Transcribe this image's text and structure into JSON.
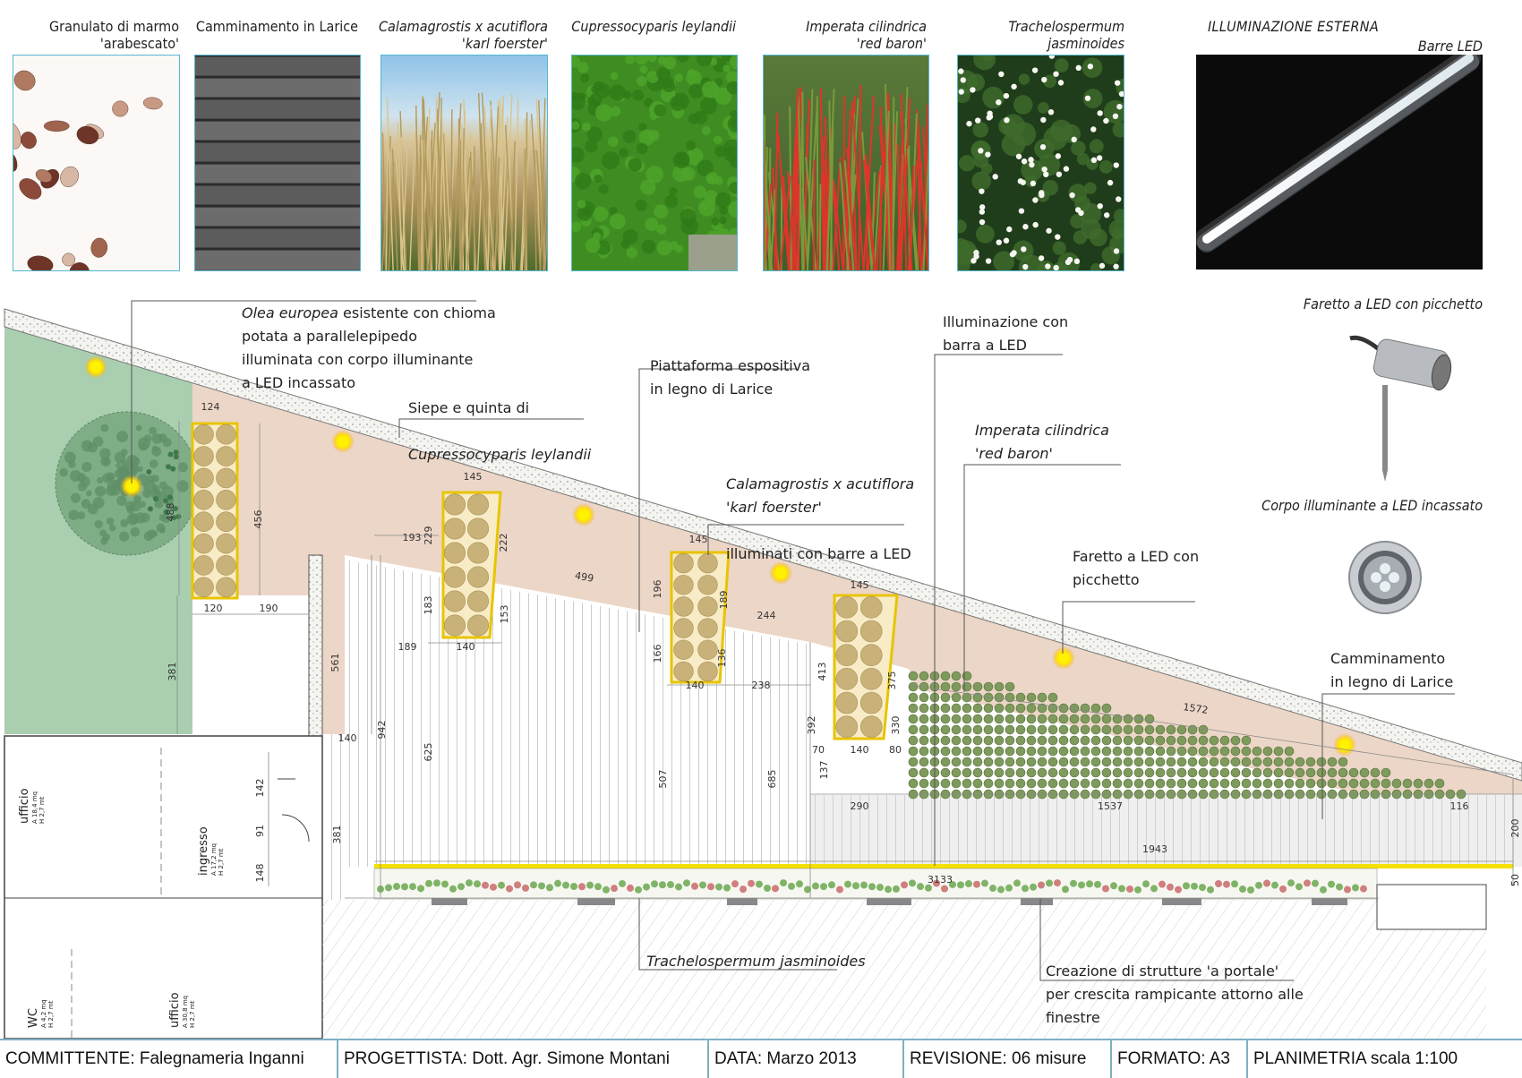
{
  "photos": [
    {
      "caption": "Granulato di marmo\n'arabescato'",
      "italic": false
    },
    {
      "caption": "Camminamento in Larice",
      "italic": false
    },
    {
      "caption": "Calamagrostis x acutiflora\n'karl foerster'",
      "italic": true
    },
    {
      "caption": "Cupressocyparis leylandii",
      "italic": true
    },
    {
      "caption": "Imperata cilindrica\n'red baron'",
      "italic": true
    },
    {
      "caption": "Trachelospermum\njasminoides",
      "italic": true
    }
  ],
  "lighting": {
    "title": "ILLUMINAZIONE ESTERNA",
    "led_bar_label": "Barre LED",
    "spot_label": "Faretto a LED con picchetto",
    "recessed_label": "Corpo illuminante a LED incassato"
  },
  "callouts": {
    "olea_1": "Olea europea",
    "olea_2": " esistente con chioma",
    "olea_rest": "potata a parallelepipedo\nilluminata con corpo illuminante\na LED incassato",
    "siepe_1": "Siepe e quinta di",
    "siepe_2": "Cupressocyparis leylandii",
    "piattaforma": "Piattaforma espositiva\nin legno di Larice",
    "calamagrostis_1": "Calamagrostis x acutiflora\n'karl foerster'",
    "calamagrostis_2": "illuminati con barre a LED",
    "illuminazione": "Illuminazione con\nbarra a LED",
    "imperata": "Imperata cilindrica\n'red baron'",
    "faretto": "Faretto a LED con\npicchetto",
    "camminamento": "Camminamento\nin legno di Larice",
    "trachelospermum": "Trachelospermum jasminoides",
    "portale": "Creazione di strutture 'a portale'\nper crescita rampicante attorno alle\nfinestre"
  },
  "dimensions": [
    "124",
    "488",
    "456",
    "120",
    "190",
    "381",
    "145",
    "229",
    "193",
    "222",
    "183",
    "153",
    "189",
    "140",
    "499",
    "145",
    "196",
    "189",
    "166",
    "136",
    "140",
    "244",
    "238",
    "145",
    "413",
    "375",
    "392",
    "330",
    "70",
    "140",
    "80",
    "137",
    "561",
    "942",
    "625",
    "507",
    "685",
    "381",
    "140",
    "290",
    "1537",
    "116",
    "1572",
    "1943",
    "3133",
    "200",
    "50",
    "142",
    "91",
    "148"
  ],
  "rooms": [
    {
      "name": "ufficio",
      "area": "A 18,4 mq",
      "height": "H 2,7 mt"
    },
    {
      "name": "ingresso",
      "area": "A 17,2 mq",
      "height": "H 2,7 mt"
    },
    {
      "name": "WC",
      "area": "A 4,2 mq",
      "height": "H 2,7 mt"
    },
    {
      "name": "ufficio",
      "area": "A 30,8 mq",
      "height": "H 2,7 mt"
    }
  ],
  "footer": {
    "committente": "COMMITTENTE: Falegnameria Inganni",
    "progettista": "PROGETTISTA: Dott. Agr. Simone Montani",
    "data": "DATA: Marzo 2013",
    "revisione": "REVISIONE: 06 misure",
    "formato": "FORMATO: A3",
    "planimetria": "PLANIMETRIA scala 1:100"
  },
  "colors": {
    "lawn": "#a9cfb0",
    "terrace": "#ecd6c7",
    "deck": "#cfcfcf",
    "led_yellow": "#f5e000",
    "planter_border": "#e8c400",
    "frame_blue": "#56b7d1"
  }
}
